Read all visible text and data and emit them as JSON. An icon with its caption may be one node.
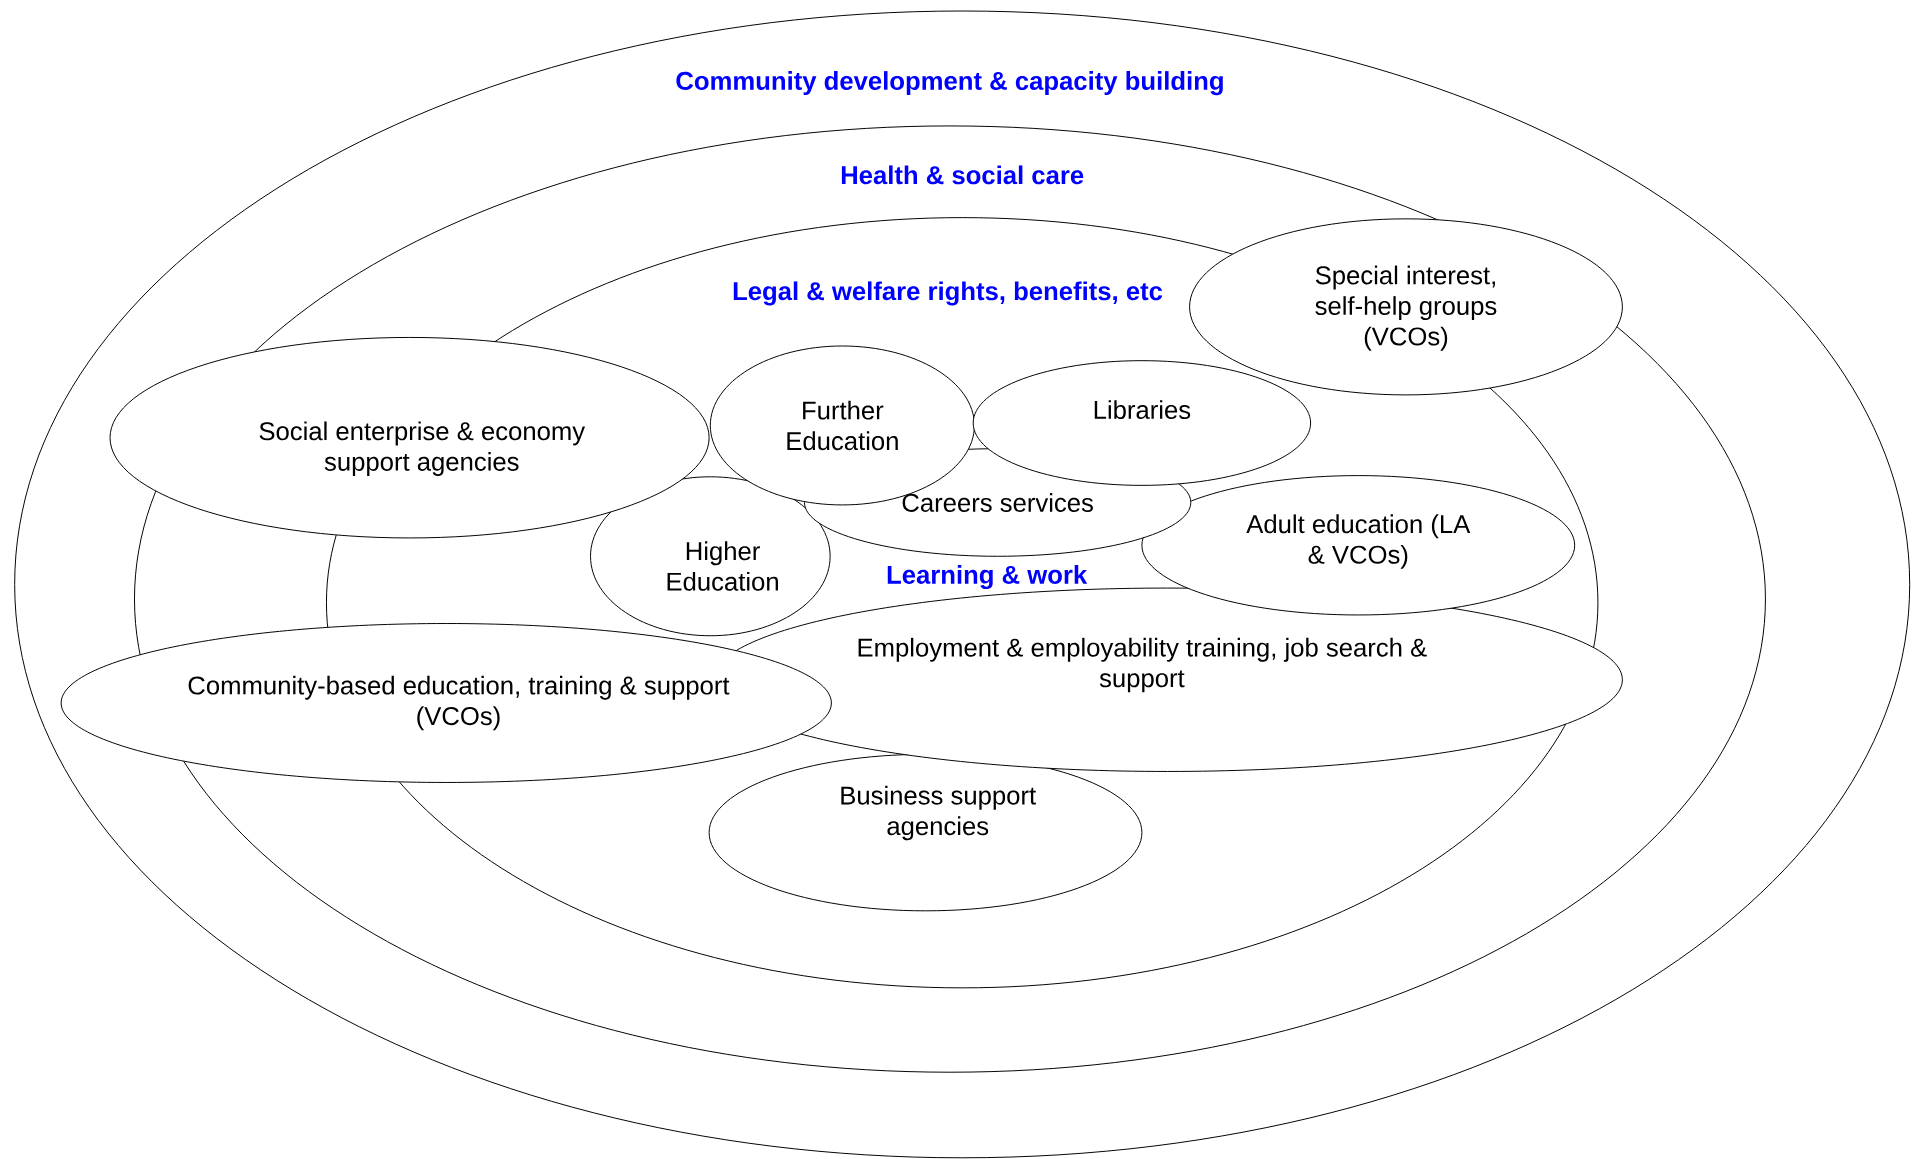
{
  "diagram": {
    "nodes": [
      {
        "text": [
          "Community development & capacity building"
        ]
      },
      {
        "text": [
          "Health & social care"
        ],
        "in": 0
      },
      {
        "text": [
          "Legal & welfare rights, benefits, etc"
        ],
        "in": 1
      },
      {
        "text": [
          "Special interest, self-help groups (VCOs)"
        ],
        "in": 1
      },
      {
        "text": [
          "Further Education"
        ],
        "in": 2
      },
      {
        "text": [
          "Libraries"
        ],
        "in": 2
      },
      {
        "text": [
          "Social enterprise & economy support agencies"
        ],
        "in": 1
      },
      {
        "text": [
          "Careers services"
        ],
        "in": 2
      },
      {
        "text": [
          "Adult education (LA & VCOs)"
        ],
        "in": 2
      },
      {
        "text": [
          "Higher Education"
        ],
        "in": 2
      },
      {
        "text": [
          "Employment & employability training, job search & support"
        ],
        "in": 2
      },
      {
        "text": [
          "Community-based education, training & support (VCOs)"
        ],
        "in": 0
      },
      {
        "text": [
          "Business support agencies"
        ],
        "in": 2
      }
    ],
    "labels": [
      "Learning & work"
    ]
  }
}
